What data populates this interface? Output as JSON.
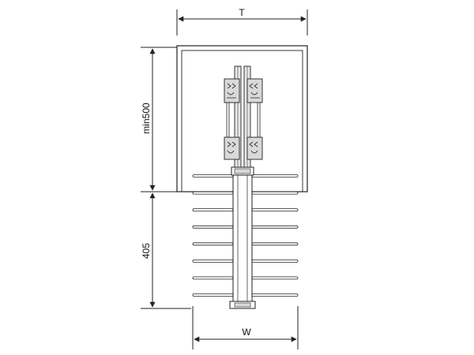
{
  "diagram": {
    "label_T": "T",
    "label_min500": "min500",
    "label_405": "405",
    "label_W": "W",
    "colors": {
      "line": "#222222",
      "bracket_fill": "#d9d9d9",
      "rail": "#e6e6e6"
    },
    "rods_per_side": 8
  }
}
